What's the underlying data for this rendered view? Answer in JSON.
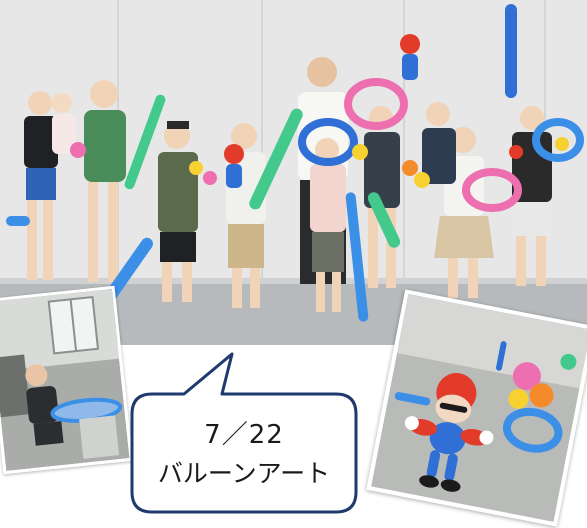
{
  "caption": {
    "date": "7／22",
    "title": "バルーンアート"
  },
  "photos": {
    "main": {
      "subject": "group-with-balloon-art",
      "icon": "photo-icon"
    },
    "bottom_left": {
      "subject": "child-making-balloon",
      "icon": "photo-icon"
    },
    "bottom_right": {
      "subject": "mario-balloon-figure",
      "icon": "photo-icon"
    }
  },
  "colors": {
    "bubble_border": "#1e3a6e",
    "bubble_fill": "#ffffff",
    "wall": "#e9eaea",
    "floor": "#b9bcbe",
    "balloon_blue": "#2f6fd6",
    "balloon_pink": "#ee6fb0",
    "balloon_green": "#43c98b",
    "balloon_red": "#e23b2a"
  }
}
